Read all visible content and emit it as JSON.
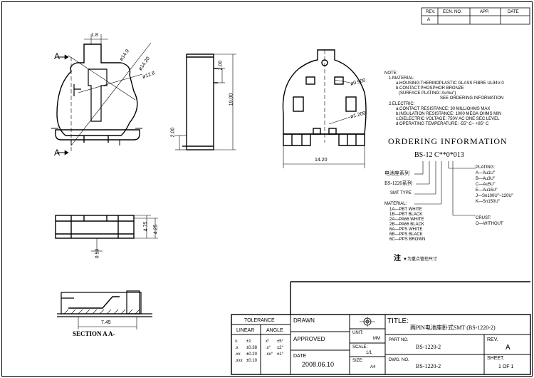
{
  "revision_table": {
    "headers": [
      "REV.",
      "ECN. NO.",
      "APP.",
      "DATE"
    ],
    "rows": [
      [
        "A",
        "",
        "",
        ""
      ]
    ]
  },
  "dimensions": {
    "d1": "1.8",
    "d2": "ø14.9",
    "d3": "ø14.20",
    "d4": "ø12.8",
    "d5": "2.00",
    "d6": "19.00",
    "d7": "2.00",
    "d8": "ø0.900",
    "d9": "ø1.200",
    "d10": "14.20",
    "d11": "4.75",
    "d12": "4.25",
    "d13": "0.50",
    "d14": "7.45"
  },
  "section_markers": {
    "a_top": "A",
    "a_bottom": "A",
    "arrow": "—",
    "section_label": "SECTION A A-"
  },
  "notes": {
    "heading": "NOTE:",
    "material_title": "1.MATERIAL:",
    "material_lines": [
      "a.HOUSING:THERMOPLASTIC GLASS FIBRE UL94V-0",
      "b.CONTACT:PHOSPHOR BRONZE",
      "(SURFACE PLATING: Au%u\")",
      "SEE ORDERING INFORMATION"
    ],
    "electric_title": "2.ELECTRIC:",
    "electric_lines": [
      "a.CONTACT RESISTANCE: 30 MILLIOHMS MAX",
      "b.INSULATION RESISTANCE: 1000 MEGA OHMS MIN",
      "c.DIELECTRIC VOLTAGE: 750V AC ONE SEC LEVEL",
      "d.OPERATING TEMPERATURE: -55° C~ +85° C"
    ]
  },
  "ordering": {
    "heading": "ORDERING  INFORMATION",
    "code": "BS-12 C**0*013",
    "labels": [
      "电池座系列",
      "BS-1220系列",
      "SMT TYPE"
    ],
    "material_title": "MATERIAL:",
    "material_lines": [
      "1A—PBT WHITE",
      "1B—PBT BLACK",
      "2A—PA66 WHITE",
      "2B—PA66 BLACK",
      "6A—PPS WHITE",
      "6B—PPS BLACK",
      "6C—PPS BROWN"
    ],
    "plating_title": "PLATING:",
    "plating_lines": [
      "A—Au1U\"",
      "B—Au3U\"",
      "C—Au5U\"",
      "E—Au15U\"",
      "J—Sn100U\"~120U\"",
      "K—Sn150U\""
    ],
    "crust_title": "CRUST:",
    "crust_lines": [
      "O—WITHOUT"
    ],
    "footnote_mark": "注",
    "footnote_text": "▼为重点管控尺寸"
  },
  "title_block": {
    "tolerance": "TOLERANCE",
    "linear": "LINEAR",
    "angle": "ANGLE",
    "lin_rows": [
      [
        "x.",
        "±1"
      ],
      [
        ".x",
        "±0.38"
      ],
      [
        ".xx",
        "±0.20"
      ],
      [
        ".xxx",
        "±0.10"
      ]
    ],
    "ang_rows": [
      [
        "x°",
        "±5°"
      ],
      [
        ".x°",
        "±2°"
      ],
      [
        ".xx°",
        "±1°"
      ]
    ],
    "drawn": "DRAWN",
    "approved": "APPROVED",
    "date_label": "DATE",
    "date_value": "2008.06.10",
    "unit_label": "UNIT:",
    "unit_value": "MM",
    "scale_label": "SCALE:",
    "scale_value": "1/1",
    "size_label": "SIZE:",
    "size_value": "A4",
    "title_label": "TITLE:",
    "title_value": "两PIN电池座卧式SMT (BS-1220-2)",
    "part_no_label": "PART NO.",
    "part_no_value": "BS-1220-2",
    "dwg_no_label": "DWG. NO.",
    "dwg_no_value": "BS-1220-2",
    "rev_label": "REV.",
    "rev_value": "A",
    "sheet_label": "SHEET.",
    "sheet_value": "1 OF 1"
  }
}
